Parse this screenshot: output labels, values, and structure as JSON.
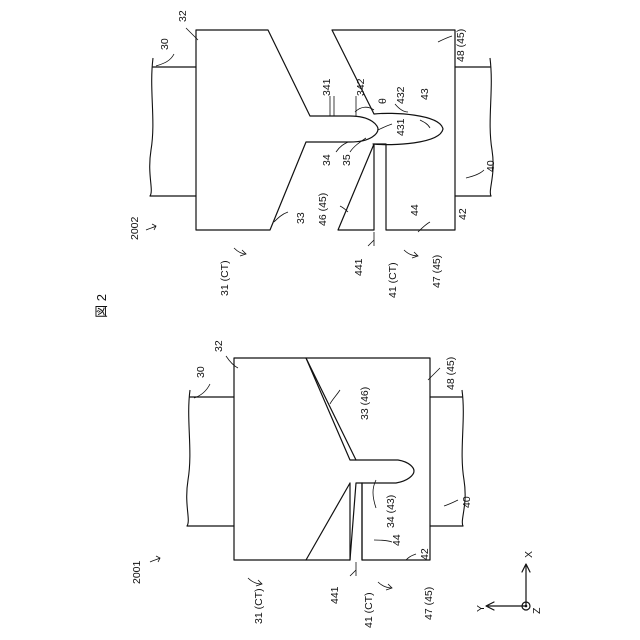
{
  "figure": {
    "title": "図 2"
  },
  "panel_top": {
    "id": "2002",
    "labels": {
      "l30": "30",
      "l32": "32",
      "l48": "48 (45)",
      "l341": "341",
      "l342": "342",
      "ltheta": "θ",
      "l432": "432",
      "l43": "43",
      "l431": "431",
      "l34": "34",
      "l35": "35",
      "l40": "40",
      "l33": "33",
      "l46": "46 (45)",
      "l44": "44",
      "l42": "42",
      "l31": "31 (CT)",
      "l441": "441",
      "l41": "41 (CT)",
      "l47": "47 (45)"
    }
  },
  "panel_bottom": {
    "id": "2001",
    "labels": {
      "l30": "30",
      "l32": "32",
      "l48": "48 (45)",
      "l33": "33 (46)",
      "l40": "40",
      "l34": "34 (43)",
      "l44": "44",
      "l42": "42",
      "l31": "31 (CT)",
      "l441": "441",
      "l41": "41 (CT)",
      "l47": "47 (45)"
    }
  },
  "axes": {
    "x": "X",
    "y": "Y",
    "z": "Z"
  }
}
